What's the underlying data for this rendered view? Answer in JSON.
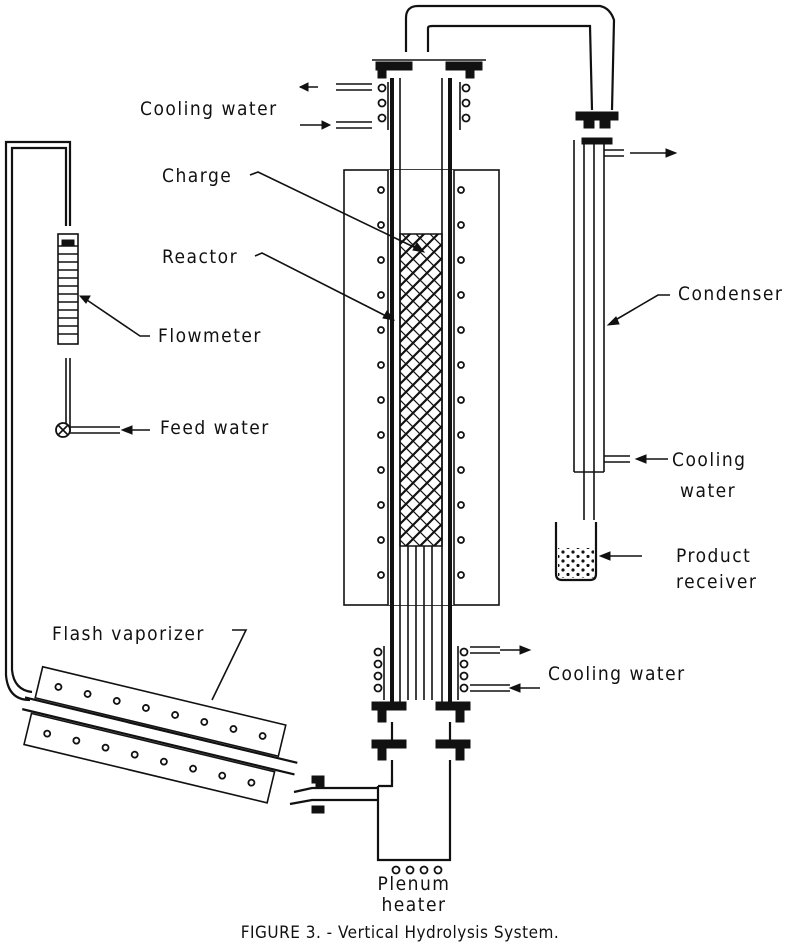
{
  "figure": {
    "caption": "FIGURE 3. - Vertical Hydrolysis System."
  },
  "labels": {
    "cooling_water_top": "Cooling water",
    "charge": "Charge",
    "reactor": "Reactor",
    "flowmeter": "Flowmeter",
    "feed_water": "Feed water",
    "condenser": "Condenser",
    "cooling_water_condenser_line1": "Cooling",
    "cooling_water_condenser_line2": "water",
    "product_receiver_line1": "Product",
    "product_receiver_line2": "receiver",
    "flash_vaporizer": "Flash vaporizer",
    "cooling_water_bottom": "Cooling water",
    "plenum_heater_line1": "Plenum",
    "plenum_heater_line2": "heater"
  }
}
